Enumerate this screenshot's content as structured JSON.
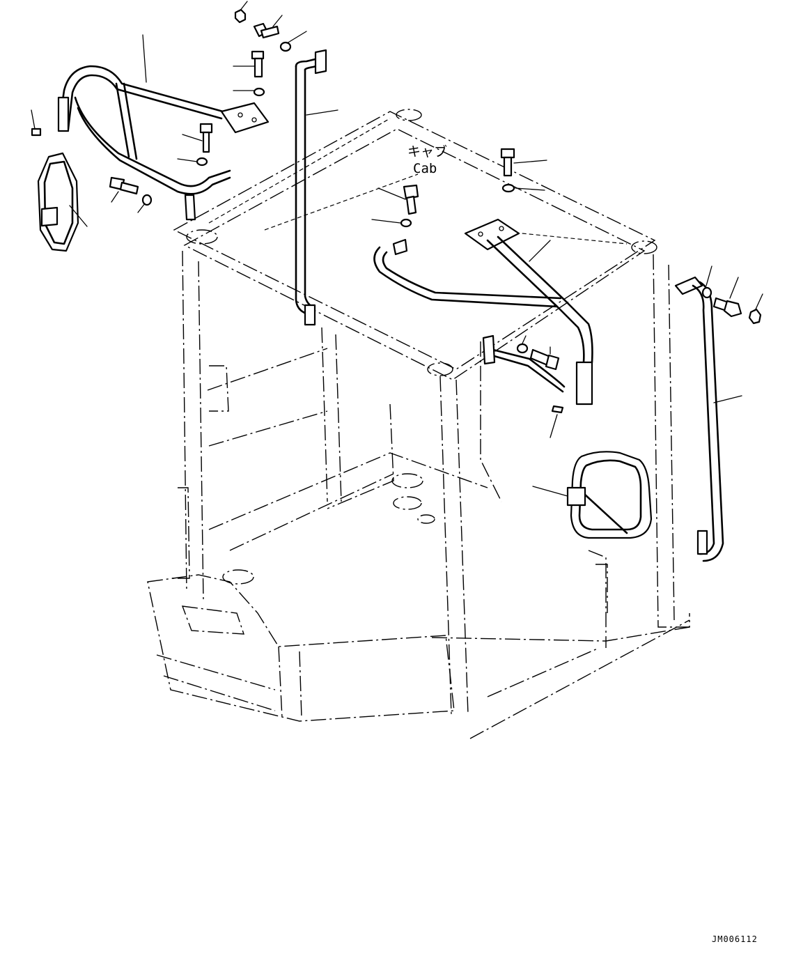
{
  "labels": {
    "cab_jp": "キャブ",
    "cab_en": "Cab",
    "drawing_code": "JM006112"
  }
}
